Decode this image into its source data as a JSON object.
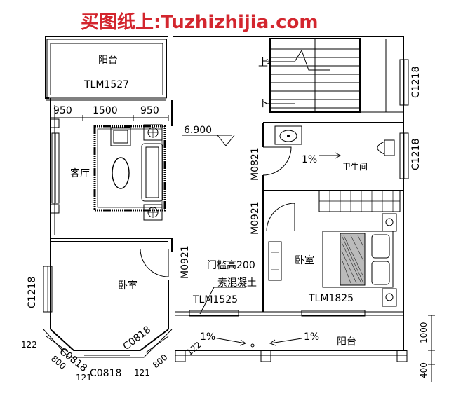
{
  "watermark": "买图纸上:Tuzhizhijia.com",
  "rooms": {
    "balcony_top": "阳台",
    "living": "客厅",
    "bedroom_left": "卧室",
    "bedroom_right": "卧室",
    "bathroom": "卫生间",
    "balcony_bottom": "阳台"
  },
  "openings": {
    "tlm1527": "TLM1527",
    "tlm1525": "TLM1525",
    "tlm1825": "TLM1825",
    "m0821": "M0821",
    "m0921_corridor": "M0921",
    "m0921_left": "M0921",
    "c1218_top": "C1218",
    "c1218_mid": "C1218",
    "c1218_left": "C1218",
    "c0818_a": "C0818",
    "c0818_b": "C0818",
    "c0818_c": "C0818"
  },
  "dimensions": {
    "d950_left": "950",
    "d1500": "1500",
    "d950_right": "950",
    "d1000": "1000",
    "d400": "400",
    "d122_left": "122",
    "d800_left": "800",
    "d121_left": "121",
    "d121_right": "121",
    "d800_right": "800",
    "d122_right": "122"
  },
  "level": "6.900",
  "stair": {
    "up": "上",
    "down": "下"
  },
  "slopes": {
    "bath": "1%",
    "balcony_left": "1%",
    "balcony_right": "1%"
  },
  "notes": {
    "threshold": "门槛高200",
    "concrete": "素混凝土"
  }
}
